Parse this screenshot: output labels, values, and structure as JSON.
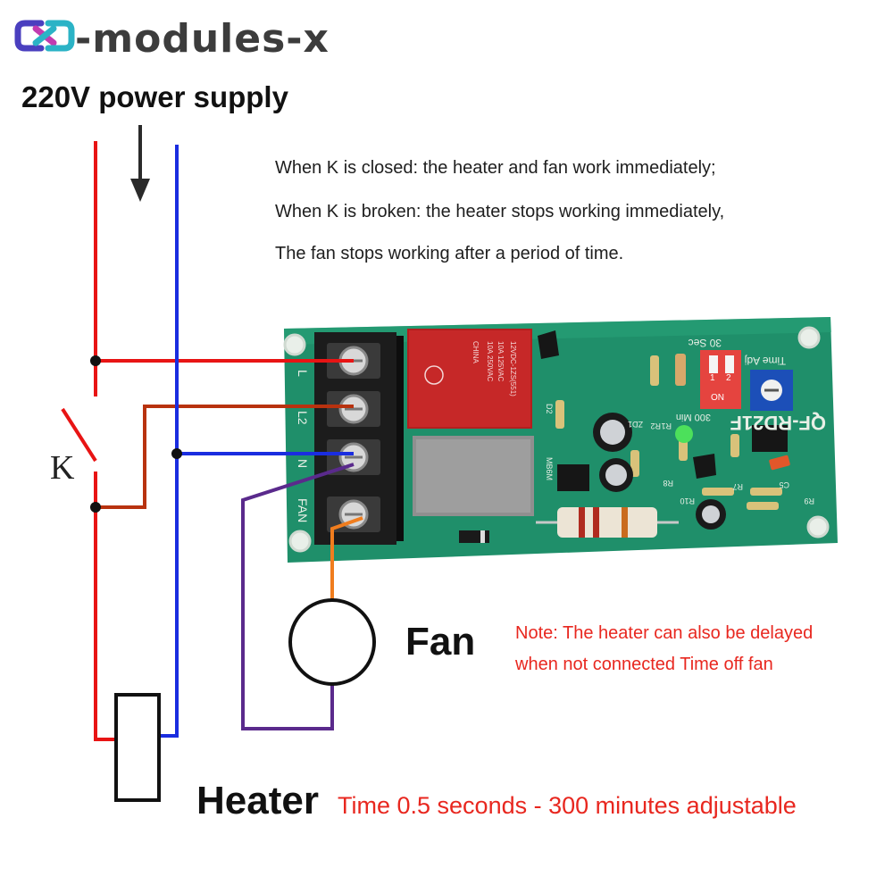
{
  "brand": {
    "name": "-modules-x",
    "logo_icon": "x-logo-icon",
    "logo_colors": [
      "#4a3fbf",
      "#c23bb0",
      "#2bb3c6"
    ]
  },
  "supply": {
    "label": "220V power supply"
  },
  "description": {
    "line1": "When K is closed: the heater and fan work immediately;",
    "line2": "When K is broken: the heater stops working immediately,",
    "line3": "The fan stops working after a period of time."
  },
  "switch": {
    "label": "K"
  },
  "fan": {
    "label": "Fan"
  },
  "note": {
    "line1": "Note: The heater can also be delayed",
    "line2": "when not connected Time off fan"
  },
  "heater": {
    "label": "Heater"
  },
  "time_note": {
    "text": "Time 0.5 seconds - 300 minutes adjustable"
  },
  "board": {
    "model": "QF-RD21F",
    "terminals": [
      "L",
      "L2",
      "N",
      "FAN"
    ],
    "relay_text": [
      "CHINA",
      "10A 250VAC",
      "10A 125VAC",
      "12VDC-1ZS(551)"
    ],
    "time_label": "Time Adj",
    "sec_label": "30 Sec",
    "min_label": "300 Min",
    "dip_labels": [
      "1",
      "2"
    ],
    "dip_on": "ON",
    "bridge_label": "MB6M",
    "parts": [
      "D2",
      "ZD1",
      "R1",
      "R2",
      "R7",
      "R8",
      "R9",
      "R10",
      "C5"
    ]
  },
  "colors": {
    "live_wire": "#e81414",
    "neutral_wire": "#1a2de0",
    "switched_wire": "#b8320f",
    "fan_return_wire": "#5a2a8c",
    "fan_feed_wire": "#f07d1e",
    "note_text": "#e8271f",
    "board": "#1f8f6a"
  }
}
